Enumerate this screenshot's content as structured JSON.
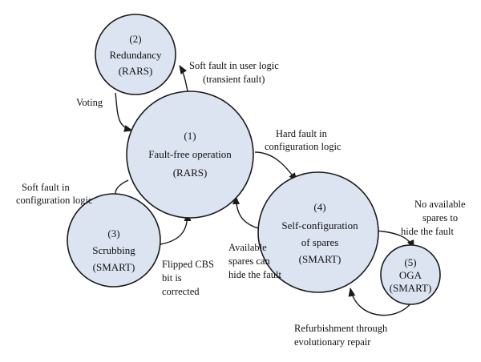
{
  "nodes": {
    "redundancy": {
      "lines": [
        "(2)",
        "Redundancy",
        "(RARS)"
      ]
    },
    "fault_free": {
      "lines": [
        "(1)",
        "Fault-free operation",
        "(RARS)"
      ]
    },
    "scrubbing": {
      "lines": [
        "(3)",
        "Scrubbing",
        "(SMART)"
      ]
    },
    "self_config": {
      "lines": [
        "(4)",
        "Self-configuration",
        "of spares",
        "(SMART)"
      ]
    },
    "oga": {
      "lines": [
        "(5)",
        "OGA",
        "(SMART)"
      ]
    }
  },
  "edges": {
    "soft_fault_user": [
      "Soft fault in user logic",
      "(transient fault)"
    ],
    "voting": [
      "Voting"
    ],
    "hard_fault_config": [
      "Hard fault in",
      "configuration logic"
    ],
    "soft_fault_config": [
      "Soft fault in",
      "configuration logic"
    ],
    "flipped_cbs": [
      "Flipped CBS",
      "bit is",
      "corrected"
    ],
    "available_spares": [
      "Available",
      "spares can",
      "hide the fault"
    ],
    "no_available_spares": [
      "No available",
      "spares to",
      "hide the fault"
    ],
    "refurbishment": [
      "Refurbishment through",
      "evolutionary repair"
    ]
  },
  "colors": {
    "node_fill": "#dce4f2",
    "stroke": "#1a1a1a"
  }
}
